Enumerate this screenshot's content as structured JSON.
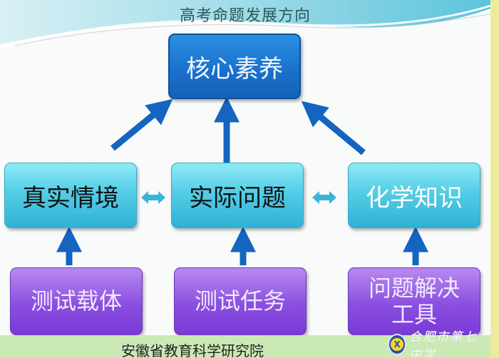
{
  "title": "高考命题发展方向",
  "top_box": {
    "label": "核心素养"
  },
  "middle_boxes": [
    {
      "label": "真实情境"
    },
    {
      "label": "实际问题"
    },
    {
      "label": "化学知识"
    }
  ],
  "bottom_boxes": [
    {
      "label": "测试载体"
    },
    {
      "label": "测试任务"
    },
    {
      "label": "问题解决工具",
      "line1": "问题解决",
      "line2": "工具"
    }
  ],
  "footer": {
    "institution": "安徽省教育科学研究院"
  },
  "watermark": {
    "school_name": "合肥市第七中学",
    "logo_glyph": "X"
  },
  "colors": {
    "core_box": "#1a6fcc",
    "middle_box": "#54cde6",
    "bottom_box": "#8a4fe0",
    "arrow": "#1565c0",
    "double_arrow": "#3bb3d8",
    "footer_band": "#cbe9b4",
    "right_strip": "#eeea9c"
  }
}
